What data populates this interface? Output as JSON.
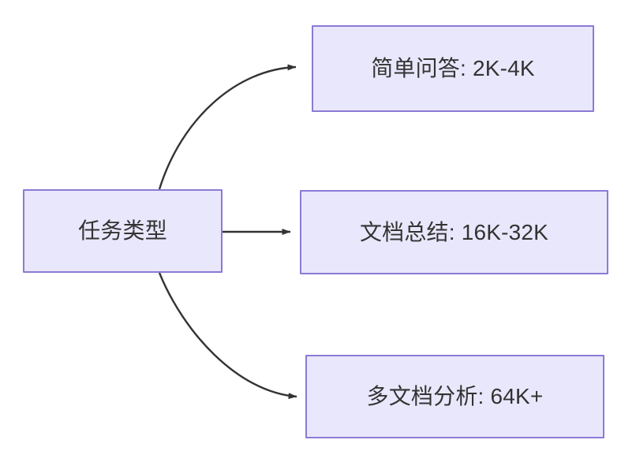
{
  "diagram": {
    "type": "flowchart",
    "direction": "left-to-right",
    "background_color": "#ffffff",
    "node_fill_color": "#e9e7fb",
    "node_border_color": "#8b7ad6",
    "node_text_color": "#333333",
    "edge_color": "#333333",
    "nodes": [
      {
        "id": "source",
        "label": "任务类型"
      },
      {
        "id": "simple-qa",
        "label": "简单问答: 2K-4K"
      },
      {
        "id": "doc-summary",
        "label": "文档总结: 16K-32K"
      },
      {
        "id": "multi-doc",
        "label": "多文档分析: 64K+"
      }
    ],
    "edges": [
      {
        "from": "source",
        "to": "simple-qa",
        "style": "curved",
        "arrow": "triangle",
        "label": ""
      },
      {
        "from": "source",
        "to": "doc-summary",
        "style": "straight",
        "arrow": "triangle",
        "label": ""
      },
      {
        "from": "source",
        "to": "multi-doc",
        "style": "curved",
        "arrow": "triangle",
        "label": ""
      }
    ]
  }
}
